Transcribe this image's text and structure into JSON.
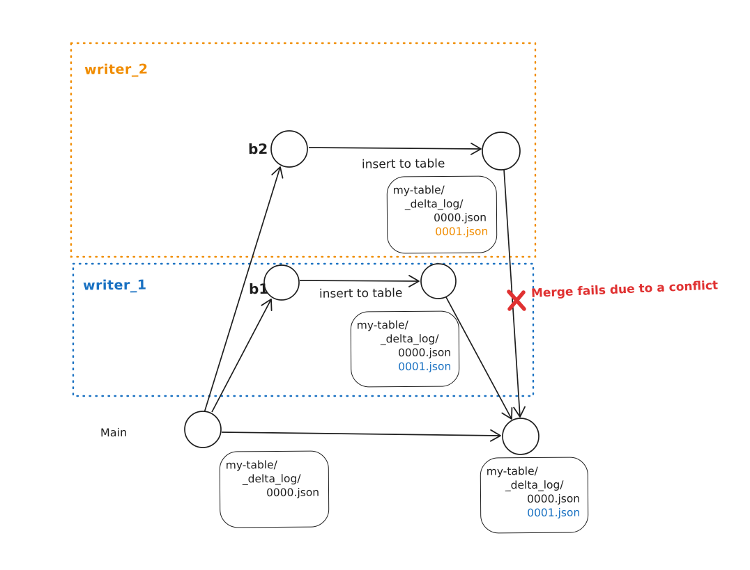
{
  "colors": {
    "ink": "#1e1e1e",
    "writer2_accent": "#f08c00",
    "writer1_accent": "#1971c2",
    "conflict_red": "#e03131",
    "background": "#ffffff"
  },
  "regions": {
    "writer2": {
      "label": "writer_2"
    },
    "writer1": {
      "label": "writer_1"
    },
    "main": {
      "label": "Main"
    }
  },
  "branches": {
    "b2": {
      "label": "b2"
    },
    "b1": {
      "label": "b1"
    }
  },
  "edges": {
    "writer2_insert_label": "insert to table",
    "writer1_insert_label": "insert to table"
  },
  "annotations": {
    "merge_conflict": "Merge fails due to a conflict"
  },
  "file_boxes": {
    "writer2": {
      "lines": [
        "my-table/",
        "_delta_log/",
        "0000.json",
        "0001.json"
      ],
      "highlight_line": 3,
      "highlight_color": "#f08c00"
    },
    "writer1": {
      "lines": [
        "my-table/",
        "_delta_log/",
        "0000.json",
        "0001.json"
      ],
      "highlight_line": 3,
      "highlight_color": "#1971c2"
    },
    "main_initial": {
      "lines": [
        "my-table/",
        "_delta_log/",
        "0000.json"
      ]
    },
    "main_merged": {
      "lines": [
        "my-table/",
        "_delta_log/",
        "0000.json",
        "0001.json"
      ],
      "highlight_line": 3,
      "highlight_color": "#1971c2"
    }
  }
}
